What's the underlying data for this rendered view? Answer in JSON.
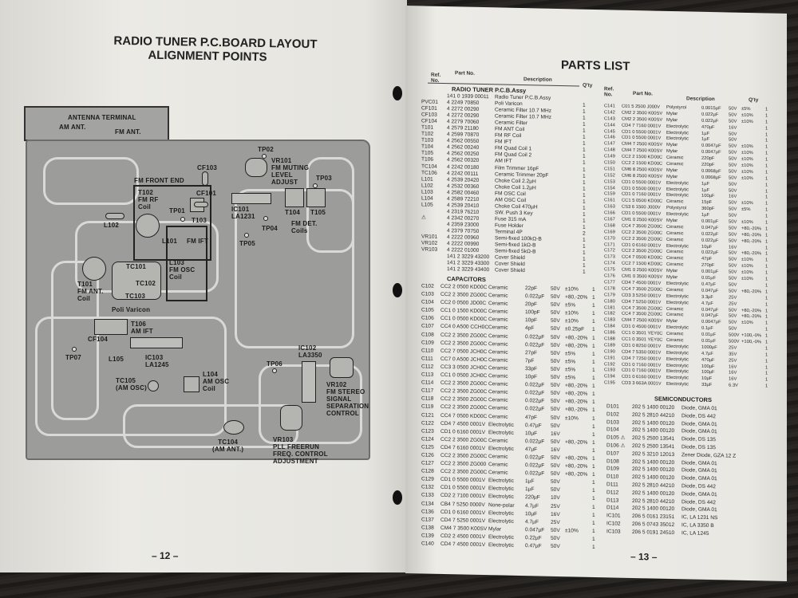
{
  "left_page": {
    "title_line1": "RADIO TUNER P.C.BOARD LAYOUT",
    "title_line2": "ALIGNMENT POINTS",
    "page_number": "– 12 –",
    "labels": {
      "antenna_terminal": "ANTENNA TERMINAL",
      "am_ant": "AM ANT.",
      "fm_ant": "FM ANT.",
      "tp02": "TP02",
      "vr101": "VR101\nFM MUTING\nLEVEL\nADJUST",
      "tp03": "TP03",
      "cf103": "CF103",
      "cf101": "CF101",
      "ic101": "IC101\nLA1231",
      "t104": "T104",
      "t105": "T105",
      "fm_det": "FM DET.\nCoils",
      "fm_front_end": "FM FRONT END",
      "t102": "T102\nFM RF\nCoil",
      "tp01": "TP01",
      "t103": "T103",
      "l102": "L102",
      "l101": "L101",
      "fm_ift": "FM IFT",
      "tp04": "TP04",
      "tp05": "TP05",
      "l103": "L103\nFM OSC\nCoil",
      "tc101": "TC101",
      "tc102": "TC102",
      "tc103": "TC103",
      "t101": "T101\nFM ANT.\nCoil",
      "poli_varicon": "Poli Varicon",
      "t106": "T106\nAM IFT",
      "cf104": "CF104",
      "tp07": "TP07",
      "l105": "L105",
      "ic103": "IC103\nLA1245",
      "tc105": "TC105\n(AM OSC)",
      "l104": "L104\nAM OSC\nCoil",
      "ic102": "IC102\nLA3350",
      "tp06": "TP06",
      "vr102": "VR102\nFM STEREO\nSIGNAL\nSEPARATION\nCONTROL",
      "tc104": "TC104\n(AM ANT.)",
      "vr103": "VR103\nPLL FREERUN\nFREQ. CONTROL\nADJUSTMENT"
    }
  },
  "right_page": {
    "title": "PARTS LIST",
    "page_number": "– 13 –",
    "headers": {
      "ref": "Ref. No.",
      "part": "Part No.",
      "desc": "Description",
      "qty": "Q'ty"
    },
    "assy_heading": "RADIO TUNER P.C.B.Assy",
    "capacitors_heading": "CAPACITORS",
    "semiconductors_heading": "SEMICONDUCTORS",
    "assy": [
      [
        "",
        "141 0 1939 00011",
        "Radio Tuner P.C.B.Assy",
        ""
      ],
      [
        "PVC01",
        "4 2249 70850",
        "Poli Varicon",
        "1"
      ],
      [
        "CF101",
        "4 2272 00290",
        "Ceramic Filter 10.7 MHz",
        "1"
      ],
      [
        "CF103",
        "4 2272 00290",
        "Ceramic Filter 10.7 MHz",
        "1"
      ],
      [
        "CF104",
        "4 2279 70060",
        "Ceramic Filter",
        "1"
      ],
      [
        "T101",
        "4 2579 21180",
        "FM ANT Coil",
        "1"
      ],
      [
        "T102",
        "4 2599 70870",
        "FM RF Coil",
        "1"
      ],
      [
        "T103",
        "4 2562 00550",
        "FM IFT",
        "1"
      ],
      [
        "T104",
        "4 2562 00240",
        "FM Quad Coil 1",
        "1"
      ],
      [
        "T105",
        "4 2562 00250",
        "FM Quad Coil 2",
        "1"
      ],
      [
        "T106",
        "4 2562 00320",
        "AM IFT",
        "1"
      ],
      [
        "TC104",
        "4 2242 00180",
        "Film Trimmer 16pF",
        "1"
      ],
      [
        "TC106",
        "4 2242 00111",
        "Ceramic Trimmer 20pF",
        "1"
      ],
      [
        "L101",
        "4 2539 20420",
        "Choke Coil 2.2µH",
        "1"
      ],
      [
        "L102",
        "4 2532 00360",
        "Choke Coil 1.2µH",
        "1"
      ],
      [
        "L103",
        "4 2582 00460",
        "FM OSC Coil",
        "1"
      ],
      [
        "L104",
        "4 2589 72210",
        "AM OSC Coil",
        "1"
      ],
      [
        "L105",
        "4 2539 20410",
        "Choke Coil 470µH",
        "1"
      ],
      [
        "",
        "4 2319 76210",
        "SW. Push 3 Key",
        "1"
      ],
      [
        "⚠",
        "4 2342 00270",
        "Fuse 315 mA",
        "1"
      ],
      [
        "",
        "4 2359 23000",
        "Fuse Holder",
        "1"
      ],
      [
        "",
        "4 2379 70750",
        "Terminal 4P",
        "2"
      ],
      [
        "VR101",
        "4 2222 00960",
        "Semi-fixed 100kΩ-B",
        "1"
      ],
      [
        "VR102",
        "4 2222 00990",
        "Semi-fixed 1kΩ-B",
        "1"
      ],
      [
        "VR103",
        "4 2222 01000",
        "Semi-fixed 5kΩ-B",
        "1"
      ],
      [
        "",
        "141 2 3229 43200",
        "Cover Shield",
        "1"
      ],
      [
        "",
        "141 2 3229 43300",
        "Cover Shield",
        "1"
      ],
      [
        "",
        "141 2 3229 43400",
        "Cover Shield",
        "1"
      ]
    ],
    "capacitors_1": [
      [
        "C102",
        "CC2 2 0500 KD00C",
        "Ceramic",
        "22pF",
        "50V",
        "±10%",
        "1"
      ],
      [
        "C103",
        "CC2 2 3500 ZG00C",
        "Ceramic",
        "0.022µF",
        "50V",
        "+80,-20%",
        "1"
      ],
      [
        "C104",
        "CC2 0 0500 JD00C",
        "Ceramic",
        "20pF",
        "50V",
        "±5%",
        "1"
      ],
      [
        "C105",
        "CC1 0 1500 KD00C",
        "Ceramic",
        "100pF",
        "50V",
        "±10%",
        "1"
      ],
      [
        "C106",
        "CC1 0 0500 KD00C",
        "Ceramic",
        "10pF",
        "50V",
        "±10%",
        "1"
      ],
      [
        "C107",
        "CC4 0 A500 CCH0C",
        "Ceramic",
        "4pF",
        "50V",
        "±0.25pF",
        "1"
      ],
      [
        "C108",
        "CC2 2 3500 ZG00C",
        "Ceramic",
        "0.022µF",
        "50V",
        "+80,-20%",
        "1"
      ],
      [
        "C109",
        "CC2 2 3500 ZG00C",
        "Ceramic",
        "0.022µF",
        "50V",
        "+80,-20%",
        "1"
      ],
      [
        "C110",
        "CC2 7 0500 JCH0C",
        "Ceramic",
        "27pF",
        "50V",
        "±5%",
        "1"
      ],
      [
        "C111",
        "CC7 0 A500 JCH0C",
        "Ceramic",
        "7pF",
        "50V",
        "±5%",
        "1"
      ],
      [
        "C112",
        "CC3 3 0500 JCH0C",
        "Ceramic",
        "33pF",
        "50V",
        "±5%",
        "1"
      ],
      [
        "C113",
        "CC1 0 0500 JCH0C",
        "Ceramic",
        "10pF",
        "50V",
        "±5%",
        "1"
      ],
      [
        "C114",
        "CC2 2 3500 ZG00C",
        "Ceramic",
        "0.022µF",
        "50V",
        "+80,-20%",
        "1"
      ],
      [
        "C117",
        "CC2 2 3500 ZG00C",
        "Ceramic",
        "0.022µF",
        "50V",
        "+80,-20%",
        "1"
      ],
      [
        "C118",
        "CC2 2 3500 ZG00C",
        "Ceramic",
        "0.022µF",
        "50V",
        "+80,-20%",
        "1"
      ],
      [
        "C119",
        "CC2 2 3500 ZG00C",
        "Ceramic",
        "0.022µF",
        "50V",
        "+80,-20%",
        "1"
      ],
      [
        "C121",
        "CC4 7 0500 KD00C",
        "Ceramic",
        "47pF",
        "50V",
        "±10%",
        "1"
      ],
      [
        "C122",
        "CD4 7 4500 0001V",
        "Electrolytic",
        "0.47µF",
        "50V",
        "",
        "1"
      ],
      [
        "C123",
        "CD1 0 6160 0001V",
        "Electrolytic",
        "10µF",
        "16V",
        "",
        "1"
      ],
      [
        "C124",
        "CC2 2 3500 ZG00C",
        "Ceramic",
        "0.022µF",
        "50V",
        "+80,-20%",
        "1"
      ],
      [
        "C125",
        "CD4 7 6160 0001V",
        "Electrolytic",
        "47µF",
        "16V",
        "",
        "1"
      ],
      [
        "C126",
        "CC2 2 3500 ZG00C",
        "Ceramic",
        "0.022µF",
        "50V",
        "+80,-20%",
        "1"
      ],
      [
        "C127",
        "CC2 2 3500 ZG000",
        "Ceramic",
        "0.022µF",
        "50V",
        "+80,-20%",
        "1"
      ],
      [
        "C128",
        "CC2 2 3500 ZG00C",
        "Ceramic",
        "0.022µF",
        "50V",
        "+80,-20%",
        "1"
      ],
      [
        "C129",
        "CD1 0 5500 0001V",
        "Electrolytic",
        "1µF",
        "50V",
        "",
        "1"
      ],
      [
        "C132",
        "CD1 0 5500 0001V",
        "Electrolytic",
        "1µF",
        "50V",
        "",
        "1"
      ],
      [
        "C133",
        "CD2 2 7100 0001V",
        "Electrolytic",
        "220µF",
        "10V",
        "",
        "1"
      ],
      [
        "C134",
        "CB4 7 5250 0000V",
        "None-polar",
        "4.7µF",
        "25V",
        "",
        "1"
      ],
      [
        "C136",
        "CD1 0 6160 0001V",
        "Electrolytic",
        "10µF",
        "16V",
        "",
        "1"
      ],
      [
        "C137",
        "CD4 7 5250 0001V",
        "Electrolytic",
        "4.7µF",
        "25V",
        "",
        "1"
      ],
      [
        "C138",
        "CM4 7 3500 K00SV",
        "Mylar",
        "0.047µF",
        "50V",
        "±10%",
        "1"
      ],
      [
        "C139",
        "CD2 2 4500 0001V",
        "Electrolytic",
        "0.22µF",
        "50V",
        "",
        "1"
      ],
      [
        "C140",
        "CD4 7 4500 0001V",
        "Electrolytic",
        "0.47µF",
        "50V",
        "",
        "1"
      ]
    ],
    "capacitors_2": [
      [
        "C141",
        "C01 5 2500 J000V",
        "Polystyrol",
        "0.0015µF",
        "50V",
        "±5%",
        "1"
      ],
      [
        "C142",
        "CM2 2 3500 K00SV",
        "Mylar",
        "0.022µF",
        "50V",
        "±10%",
        "1"
      ],
      [
        "C143",
        "CM2 2 3500 K00SV",
        "Mylar",
        "0.022µF",
        "50V",
        "±10%",
        "1"
      ],
      [
        "C144",
        "CD4 7 7160 0001V",
        "Electrolytic",
        "470µF",
        "16V",
        "",
        "1"
      ],
      [
        "C145",
        "CD1 0 5500 0001V",
        "Electrolytic",
        "1µF",
        "50V",
        "",
        "1"
      ],
      [
        "C146",
        "CD1 0 5500 0001V",
        "Electrolytic",
        "1µF",
        "50V",
        "",
        "1"
      ],
      [
        "C147",
        "CM4 7 2500 K00SV",
        "Mylar",
        "0.0047µF",
        "50V",
        "±10%",
        "1"
      ],
      [
        "C148",
        "CM4 7 2500 K00SV",
        "Mylar",
        "0.0047µF",
        "50V",
        "±10%",
        "1"
      ],
      [
        "C149",
        "CC2 2 1500 KD00C",
        "Ceramic",
        "220pF",
        "50V",
        "±10%",
        "1"
      ],
      [
        "C150",
        "CC2 2 1500 KD00C",
        "Ceramic",
        "220pF",
        "50V",
        "±10%",
        "1"
      ],
      [
        "C151",
        "CM6 8 2500 K00SV",
        "Mylar",
        "0.0068µF",
        "50V",
        "±10%",
        "1"
      ],
      [
        "C152",
        "CM6 8 2500 K00SV",
        "Mylar",
        "0.0068µF",
        "50V",
        "±10%",
        "1"
      ],
      [
        "C153",
        "CD1 0 5500 0001V",
        "Electrolytic",
        "1µF",
        "50V",
        "",
        "1"
      ],
      [
        "C154",
        "CD1 0 5500 0001V",
        "Electrolytic",
        "1µF",
        "50V",
        "",
        "1"
      ],
      [
        "C159",
        "CD1 0 7160 0001V",
        "Electrolytic",
        "100µF",
        "16V",
        "",
        "1"
      ],
      [
        "C161",
        "CC1 5 0500 KD00C",
        "Ceramic",
        "15pF",
        "50V",
        "±10%",
        "1"
      ],
      [
        "C163",
        "CS3 6 1500 J000V",
        "Polystyrol",
        "360pF",
        "50V",
        "±5%",
        "1"
      ],
      [
        "C166",
        "CD1 0 5500 0001V",
        "Electrolytic",
        "1µF",
        "50V",
        "",
        "1"
      ],
      [
        "C167",
        "CM1 0 2500 K00SV",
        "Mylar",
        "0.001µF",
        "50V",
        "±10%",
        "1"
      ],
      [
        "C168",
        "CC4 7 3500 ZG00C",
        "Ceramic",
        "0.047µF",
        "50V",
        "+80,-20%",
        "1"
      ],
      [
        "C169",
        "CC2 2 3500 ZG00C",
        "Ceramic",
        "0.022µF",
        "50V",
        "+80,-20%",
        "1"
      ],
      [
        "C170",
        "CC2 2 3500 ZG00C",
        "Ceramic",
        "0.022µF",
        "50V",
        "+80,-20%",
        "1"
      ],
      [
        "C171",
        "CD1 0 6160 0001V",
        "Electrolytic",
        "10µF",
        "16V",
        "",
        "1"
      ],
      [
        "C172",
        "CC2 2 3500 ZG00C",
        "Ceramic",
        "0.022µF",
        "50V",
        "+80,-20%",
        "1"
      ],
      [
        "C173",
        "CC4 7 0500 KD00C",
        "Ceramic",
        "47pF",
        "50V",
        "±10%",
        "1"
      ],
      [
        "C174",
        "CC2 7 1500 KD00C",
        "Ceramic",
        "270pF",
        "50V",
        "±10%",
        "1"
      ],
      [
        "C175",
        "CM1 0 2500 K00SV",
        "Mylar",
        "0.001µF",
        "50V",
        "±10%",
        "1"
      ],
      [
        "C176",
        "CM1 0 3500 K00SV",
        "Mylar",
        "0.01µF",
        "50V",
        "±10%",
        "1"
      ],
      [
        "C177",
        "CD4 7 4500 0001V",
        "Electrolytic",
        "0.47µF",
        "50V",
        "",
        "1"
      ],
      [
        "C178",
        "CC4 7 3500 ZG00C",
        "Ceramic",
        "0.047µF",
        "50V",
        "+80,-20%",
        "1"
      ],
      [
        "C179",
        "CD3 3 5250 0001V",
        "Electrolytic",
        "3.3µF",
        "25V",
        "",
        "1"
      ],
      [
        "C180",
        "CD4 7 5250 0001V",
        "Electrolytic",
        "4.7µF",
        "25V",
        "",
        "1"
      ],
      [
        "C181",
        "CC4 7 3500 ZG00C",
        "Ceramic",
        "0.047µF",
        "50V",
        "+80,-20%",
        "1"
      ],
      [
        "C182",
        "CC4 7 3500 ZG00C",
        "Ceramic",
        "0.047µF",
        "50V",
        "+80,-20%",
        "1"
      ],
      [
        "C183",
        "CM4 7 2500 K00SV",
        "Mylar",
        "0.0047µF",
        "50V",
        "±10%",
        "1"
      ],
      [
        "C184",
        "CD1 0 4500 0001V",
        "Electrolytic",
        "0.1µF",
        "50V",
        "",
        "1"
      ],
      [
        "C186",
        "CC1 0 3501 YEY0C",
        "Ceramic",
        "0.01µF",
        "500V",
        "+100,-0%",
        "1"
      ],
      [
        "C188",
        "CC1 0 3501 YEY0C",
        "Ceramic",
        "0.01µF",
        "500V",
        "+100,-0%",
        "1"
      ],
      [
        "C189",
        "CD1 0 8250 0001V",
        "Electrolytic",
        "1000µF",
        "25V",
        "",
        "1"
      ],
      [
        "C190",
        "CD4 7 5350 0001V",
        "Electrolytic",
        "4.7µF",
        "35V",
        "",
        "1"
      ],
      [
        "C191",
        "CD4 7 7250 0001V",
        "Electrolytic",
        "470µF",
        "25V",
        "",
        "1"
      ],
      [
        "C192",
        "CD1 0 7160 0001V",
        "Electrolytic",
        "100µF",
        "16V",
        "",
        "1"
      ],
      [
        "C193",
        "CD1 0 7160 0001V",
        "Electrolytic",
        "100µF",
        "16V",
        "",
        "1"
      ],
      [
        "C194",
        "CD1 0 6160 0001V",
        "Electrolytic",
        "10µF",
        "16V",
        "",
        "1"
      ],
      [
        "C195",
        "CD3 3 663A 0001V",
        "Electrolytic",
        "33µF",
        "6.3V",
        "",
        "1"
      ]
    ],
    "semiconductors": [
      [
        "D101",
        "202 5 1400 00120",
        "Diode, GMA 01"
      ],
      [
        "D102",
        "202 5 2810 44210",
        "Diode, DS 442"
      ],
      [
        "D103",
        "202 5 1400 00120",
        "Diode, GMA 01"
      ],
      [
        "D104",
        "202 5 1400 00120",
        "Diode, GMA 01"
      ],
      [
        "D105 ⚠",
        "202 5 2500 13541",
        "Diode, DS 135"
      ],
      [
        "D106 ⚠",
        "202 5 2500 13541",
        "Diode, DS 135"
      ],
      [
        "D107",
        "202 5 3210 12013",
        "Zener Diode, GZA 12 Z"
      ],
      [
        "D108",
        "202 5 1400 00120",
        "Diode, GMA 01"
      ],
      [
        "D109",
        "202 5 1400 00120",
        "Diode, GMA 01"
      ],
      [
        "D110",
        "202 5 1400 00120",
        "Diode, GMA 01"
      ],
      [
        "D111",
        "202 5 2810 44210",
        "Diode, DS 442"
      ],
      [
        "D112",
        "202 5 1400 00120",
        "Diode, GMA 01"
      ],
      [
        "D113",
        "202 5 2810 44210",
        "Diode, DS 442"
      ],
      [
        "D114",
        "202 5 1400 00120",
        "Diode, GMA 01"
      ],
      [
        "IC101",
        "206 5 0161 23151",
        "IC, LA 1231 NS"
      ],
      [
        "IC102",
        "206 5 0743 35012",
        "IC, LA 3350 B"
      ],
      [
        "IC103",
        "206 5 0191 24510",
        "IC, LA 1245"
      ]
    ]
  }
}
